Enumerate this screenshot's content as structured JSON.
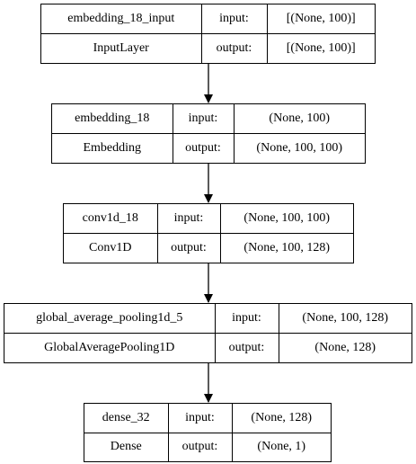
{
  "layers": [
    {
      "name": "embedding_18_input",
      "type": "InputLayer",
      "input_label": "input:",
      "input_shape": "[(None, 100)]",
      "output_label": "output:",
      "output_shape": "[(None, 100)]"
    },
    {
      "name": "embedding_18",
      "type": "Embedding",
      "input_label": "input:",
      "input_shape": "(None, 100)",
      "output_label": "output:",
      "output_shape": "(None, 100, 100)"
    },
    {
      "name": "conv1d_18",
      "type": "Conv1D",
      "input_label": "input:",
      "input_shape": "(None, 100, 100)",
      "output_label": "output:",
      "output_shape": "(None, 100, 128)"
    },
    {
      "name": "global_average_pooling1d_5",
      "type": "GlobalAveragePooling1D",
      "input_label": "input:",
      "input_shape": "(None, 100, 128)",
      "output_label": "output:",
      "output_shape": "(None, 128)"
    },
    {
      "name": "dense_32",
      "type": "Dense",
      "input_label": "input:",
      "input_shape": "(None, 128)",
      "output_label": "output:",
      "output_shape": "(None, 1)"
    }
  ]
}
